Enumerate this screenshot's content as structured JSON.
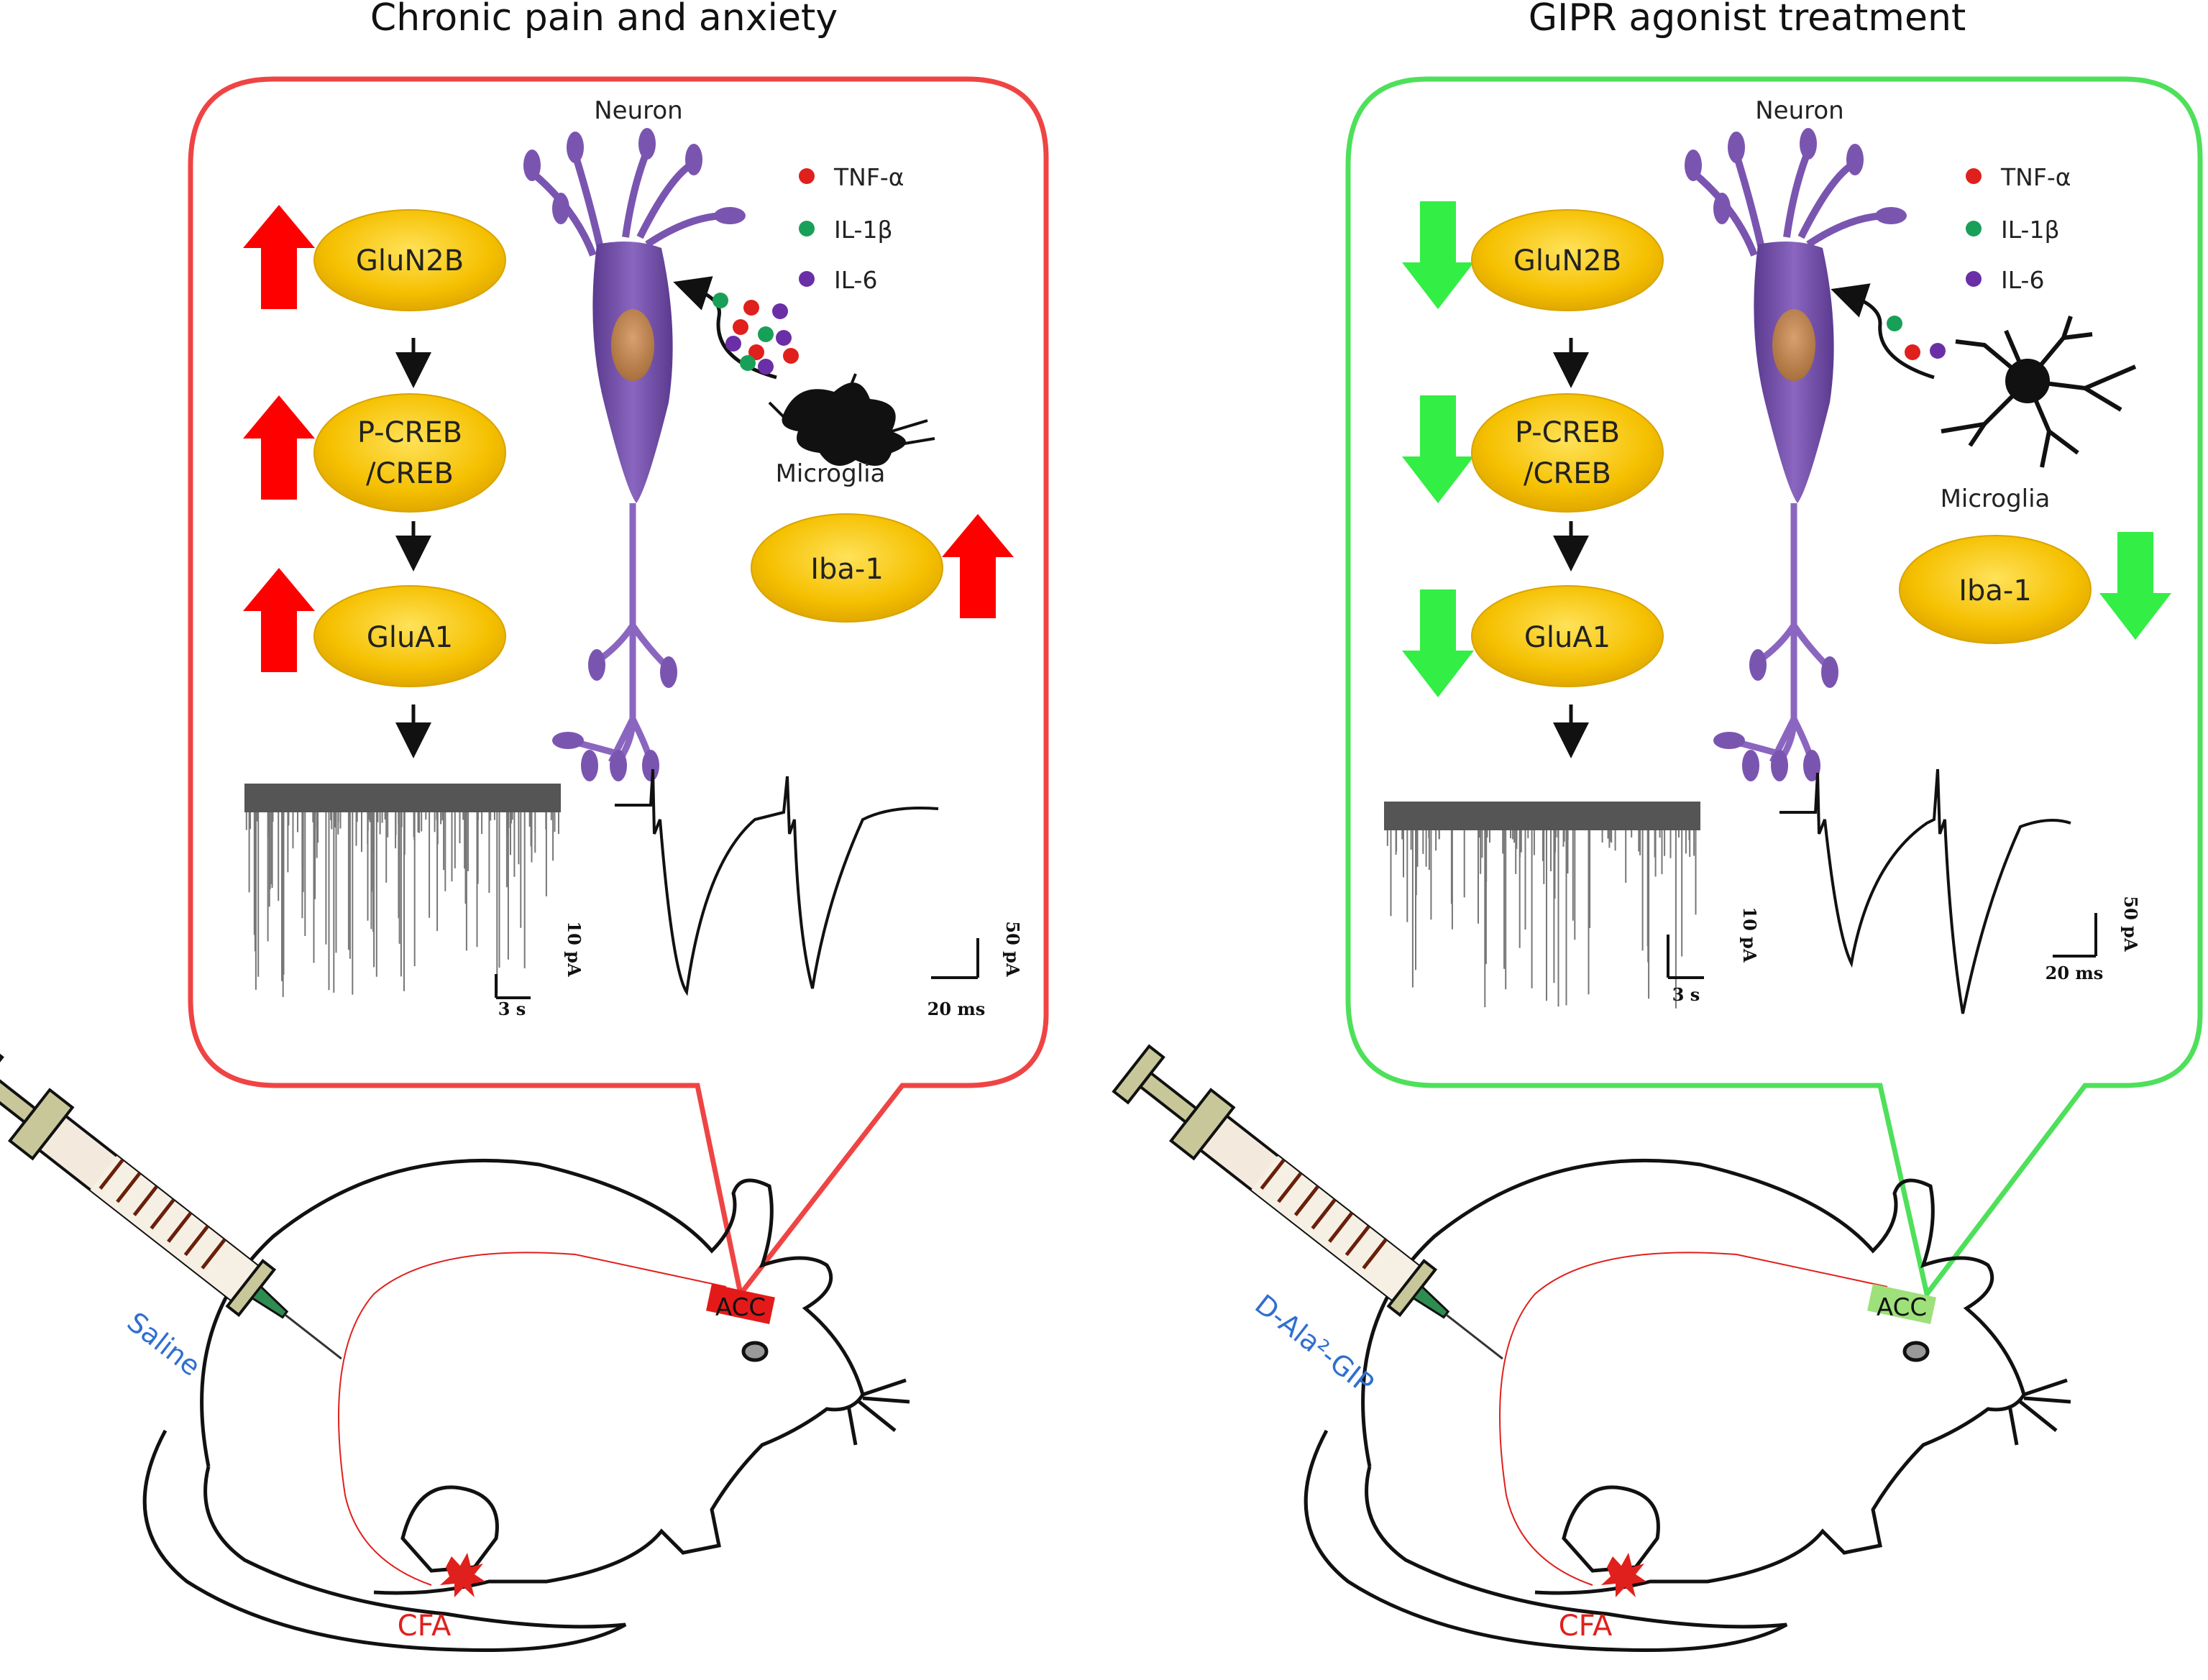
{
  "panels": [
    {
      "id": "left",
      "title": "Chronic pain and anxiety",
      "border_color": "#ef4444",
      "arrow_color": "#ff0000",
      "arrow_direction": "up",
      "neuron_label": "Neuron",
      "microglia_label": "Microglia",
      "markers": [
        "GluN2B",
        "P-CREB",
        "/CREB",
        "GluA1",
        "Iba-1"
      ],
      "cytokines": [
        {
          "label": "TNF-α",
          "color": "#e0201c"
        },
        {
          "label": "IL-1β",
          "color": "#18a058"
        },
        {
          "label": "IL-6",
          "color": "#6a2fa6"
        }
      ],
      "scale_bars": {
        "trace1_y": "10 pA",
        "trace1_x": "3 s",
        "trace2_y": "50 pA",
        "trace2_x": "20 ms"
      },
      "injection_label": "Saline",
      "acc_label": "ACC",
      "acc_color": "#e41a1a",
      "cfa_label": "CFA"
    },
    {
      "id": "right",
      "title": "GIPR agonist treatment",
      "border_color": "#4ee05a",
      "arrow_color": "#33ee44",
      "arrow_direction": "down",
      "neuron_label": "Neuron",
      "microglia_label": "Microglia",
      "markers": [
        "GluN2B",
        "P-CREB",
        "/CREB",
        "GluA1",
        "Iba-1"
      ],
      "cytokines": [
        {
          "label": "TNF-α",
          "color": "#e0201c"
        },
        {
          "label": "IL-1β",
          "color": "#18a058"
        },
        {
          "label": "IL-6",
          "color": "#6a2fa6"
        }
      ],
      "scale_bars": {
        "trace1_y": "10 pA",
        "trace1_x": "3 s",
        "trace2_y": "50 pA",
        "trace2_x": "20 ms"
      },
      "injection_label": "D-Ala²-GIP",
      "acc_label": "ACC",
      "acc_color": "#9ee07a",
      "cfa_label": "CFA"
    }
  ]
}
